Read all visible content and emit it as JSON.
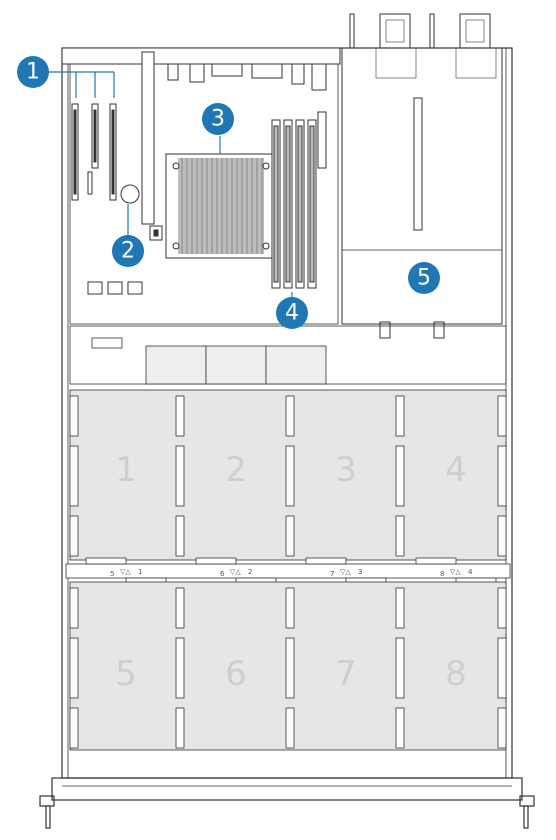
{
  "colors": {
    "callout": "#1f78b4",
    "callout_line": "#1f78b4",
    "outline": "#333333",
    "bay_fill": "#e6e6e6",
    "bay_number": "#cfcfcf"
  },
  "callouts": [
    {
      "id": "1",
      "label": "1"
    },
    {
      "id": "2",
      "label": "2"
    },
    {
      "id": "3",
      "label": "3"
    },
    {
      "id": "4",
      "label": "4"
    },
    {
      "id": "5",
      "label": "5"
    }
  ],
  "bays": {
    "top_row": [
      "1",
      "2",
      "3",
      "4"
    ],
    "bottom_row": [
      "5",
      "6",
      "7",
      "8"
    ]
  },
  "bay_bar_labels": [
    {
      "left": "5",
      "right": "1"
    },
    {
      "left": "6",
      "right": "2"
    },
    {
      "left": "7",
      "right": "3"
    },
    {
      "left": "8",
      "right": "4"
    }
  ]
}
